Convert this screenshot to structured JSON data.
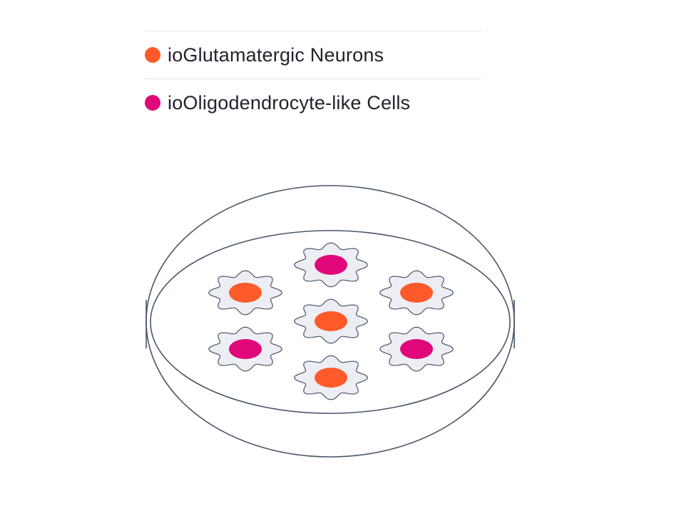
{
  "legend": {
    "items": [
      {
        "label": "ioGlutamatergic Neurons",
        "color": "#ff5a2a"
      },
      {
        "label": "ioOligodendrocyte-like Cells",
        "color": "#e0077a"
      }
    ]
  },
  "dish": {
    "rim_color": "#4a5668",
    "cell_fill": "#eceef3",
    "cells": [
      {
        "type": "oligodendrocyte",
        "nucleus_color": "#e0077a"
      },
      {
        "type": "glutamatergic",
        "nucleus_color": "#ff5a2a"
      },
      {
        "type": "glutamatergic",
        "nucleus_color": "#ff5a2a"
      },
      {
        "type": "glutamatergic",
        "nucleus_color": "#ff5a2a"
      },
      {
        "type": "oligodendrocyte",
        "nucleus_color": "#e0077a"
      },
      {
        "type": "oligodendrocyte",
        "nucleus_color": "#e0077a"
      },
      {
        "type": "glutamatergic",
        "nucleus_color": "#ff5a2a"
      }
    ]
  }
}
